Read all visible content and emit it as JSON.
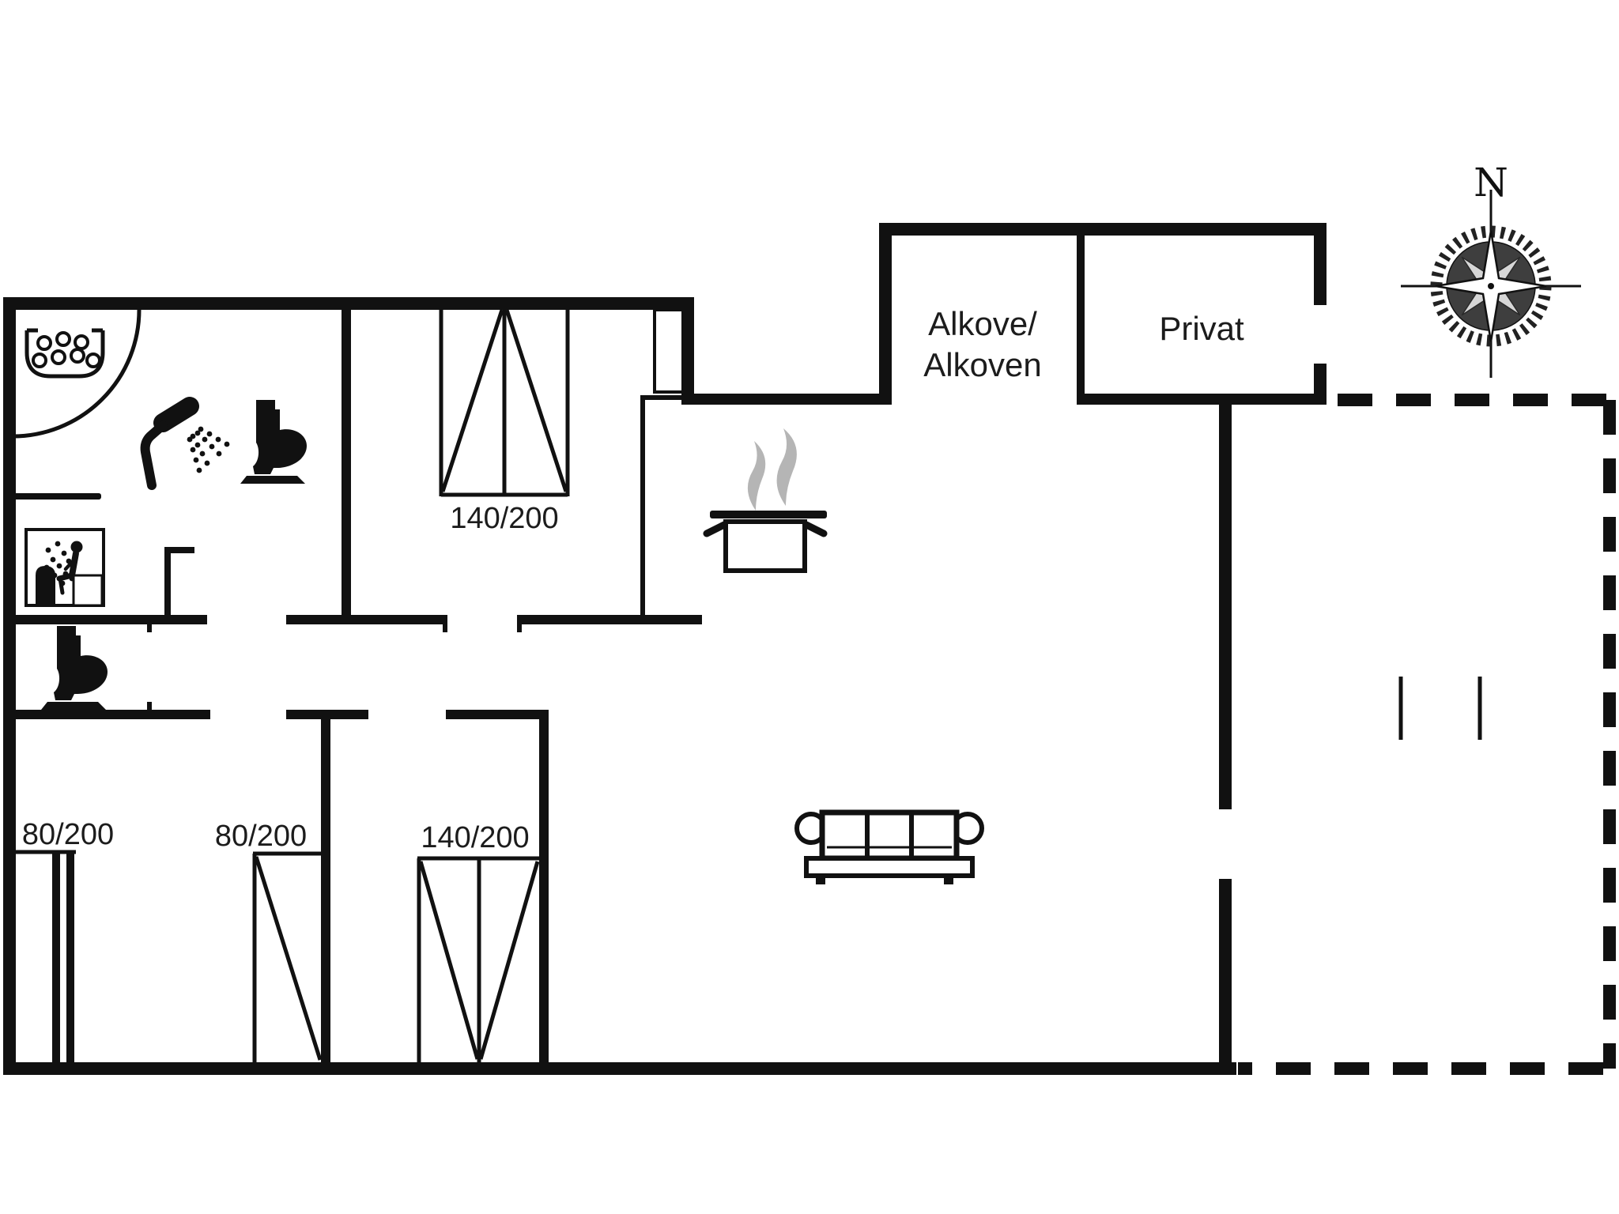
{
  "meta": {
    "kind": "floor-plan-drawing"
  },
  "colors": {
    "wall": "#111111",
    "background": "#ffffff",
    "steam": "#b5b5b5",
    "text": "#1c1c1c",
    "compass_dark": "#3e3e3e"
  },
  "rooms": {
    "alcove": {
      "line1": "Alkove/",
      "line2": "Alkoven"
    },
    "privat": {
      "label": "Privat"
    }
  },
  "beds": {
    "bedroom_top": "140/200",
    "bunk_left": "80/200",
    "single_middle": "80/200",
    "double_bottom": "140/200"
  },
  "compass": {
    "north": "N"
  },
  "icons": {
    "washing_machine": "washing-machine-icon",
    "shower": "shower-icon",
    "toilet_bathroom": "toilet-icon",
    "toilet_wc": "toilet-icon",
    "sauna": "sauna-icon",
    "cooking_pot": "cooking-pot-icon",
    "sofa": "sofa-icon",
    "compass_rose": "compass-rose-icon",
    "door_swing": "door-arc-icon",
    "terrace_boundary": "dashed-outline"
  }
}
